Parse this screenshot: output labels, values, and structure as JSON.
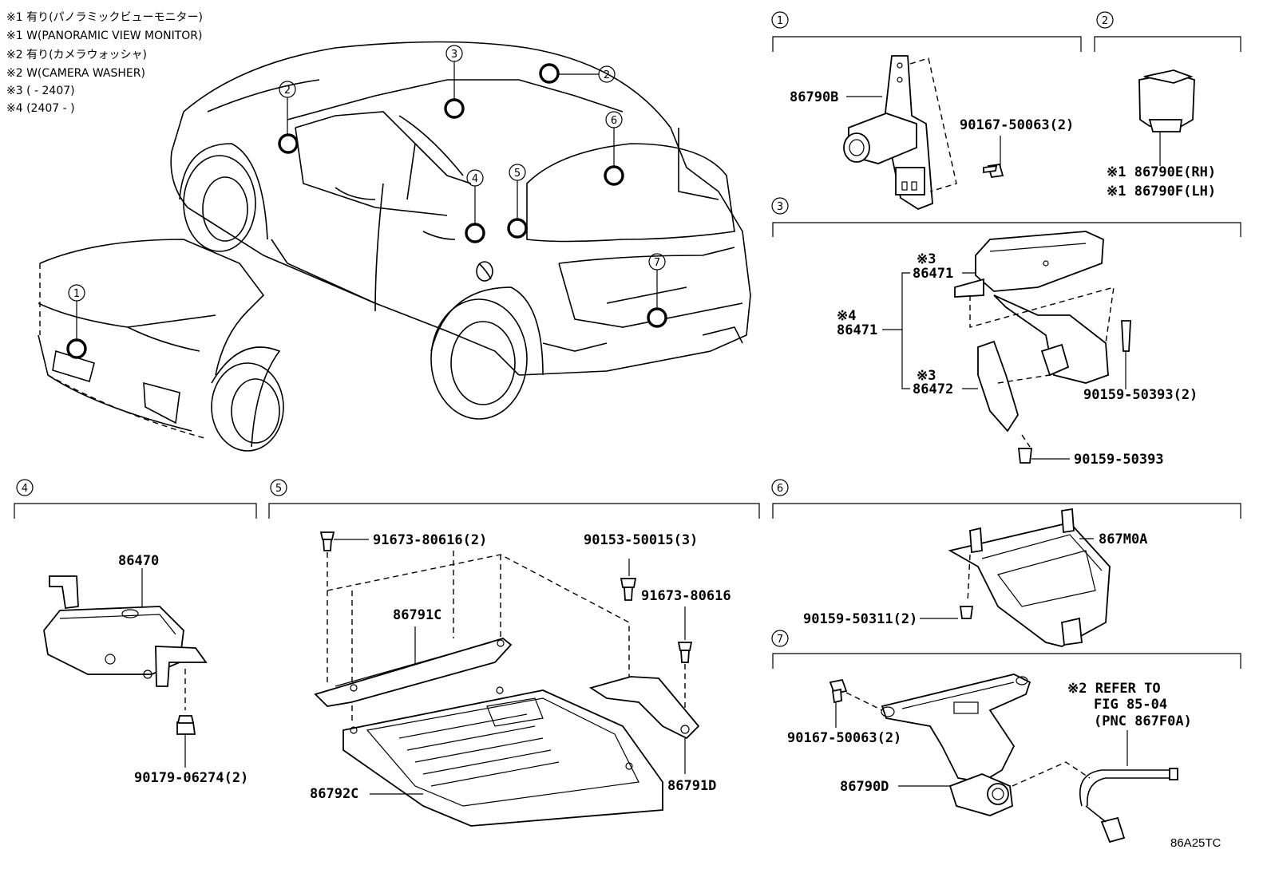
{
  "notes": [
    "※1 有り(パノラミックビューモニター)",
    "※1 W(PANORAMIC VIEW MONITOR)",
    "※2 有り(カメラウォッシャ)",
    "※2 W(CAMERA WASHER)",
    "※3 (       - 2407)",
    "※4 (2407 -       )"
  ],
  "sections": [
    "1",
    "2",
    "3",
    "4",
    "5",
    "6",
    "7"
  ],
  "parts": {
    "s1_camera": "86790B",
    "s1_bolt": "90167-50063(2)",
    "s2_rh": "※1 86790E(RH)",
    "s2_lh": "※1 86790F(LH)",
    "s3_n3": "※3",
    "s3_a": "86471",
    "s3_n4": "※4",
    "s3_b": "86471",
    "s3_n3b": "※3",
    "s3_c": "86472",
    "s3_bolt2": "90159-50393(2)",
    "s3_bolt": "90159-50393",
    "s4_sensor": "86470",
    "s4_nut": "90179-06274(2)",
    "s5_bolt_a": "91673-80616(2)",
    "s5_screw": "90153-50015(3)",
    "s5_bolt_b": "91673-80616",
    "s5_bracket_c": "86791C",
    "s5_bracket_d": "86791D",
    "s5_ecu": "86792C",
    "s6_bracket": "867M0A",
    "s6_bolt": "90159-50311(2)",
    "s7_bolt": "90167-50063(2)",
    "s7_camera": "86790D",
    "s7_ref1": "※2 REFER TO",
    "s7_ref2": "FIG 85-04",
    "s7_ref3": "(PNC 867F0A)"
  },
  "car_callouts": [
    "1",
    "2",
    "2",
    "3",
    "4",
    "5",
    "6",
    "7"
  ],
  "figure_code": "86A25TC"
}
